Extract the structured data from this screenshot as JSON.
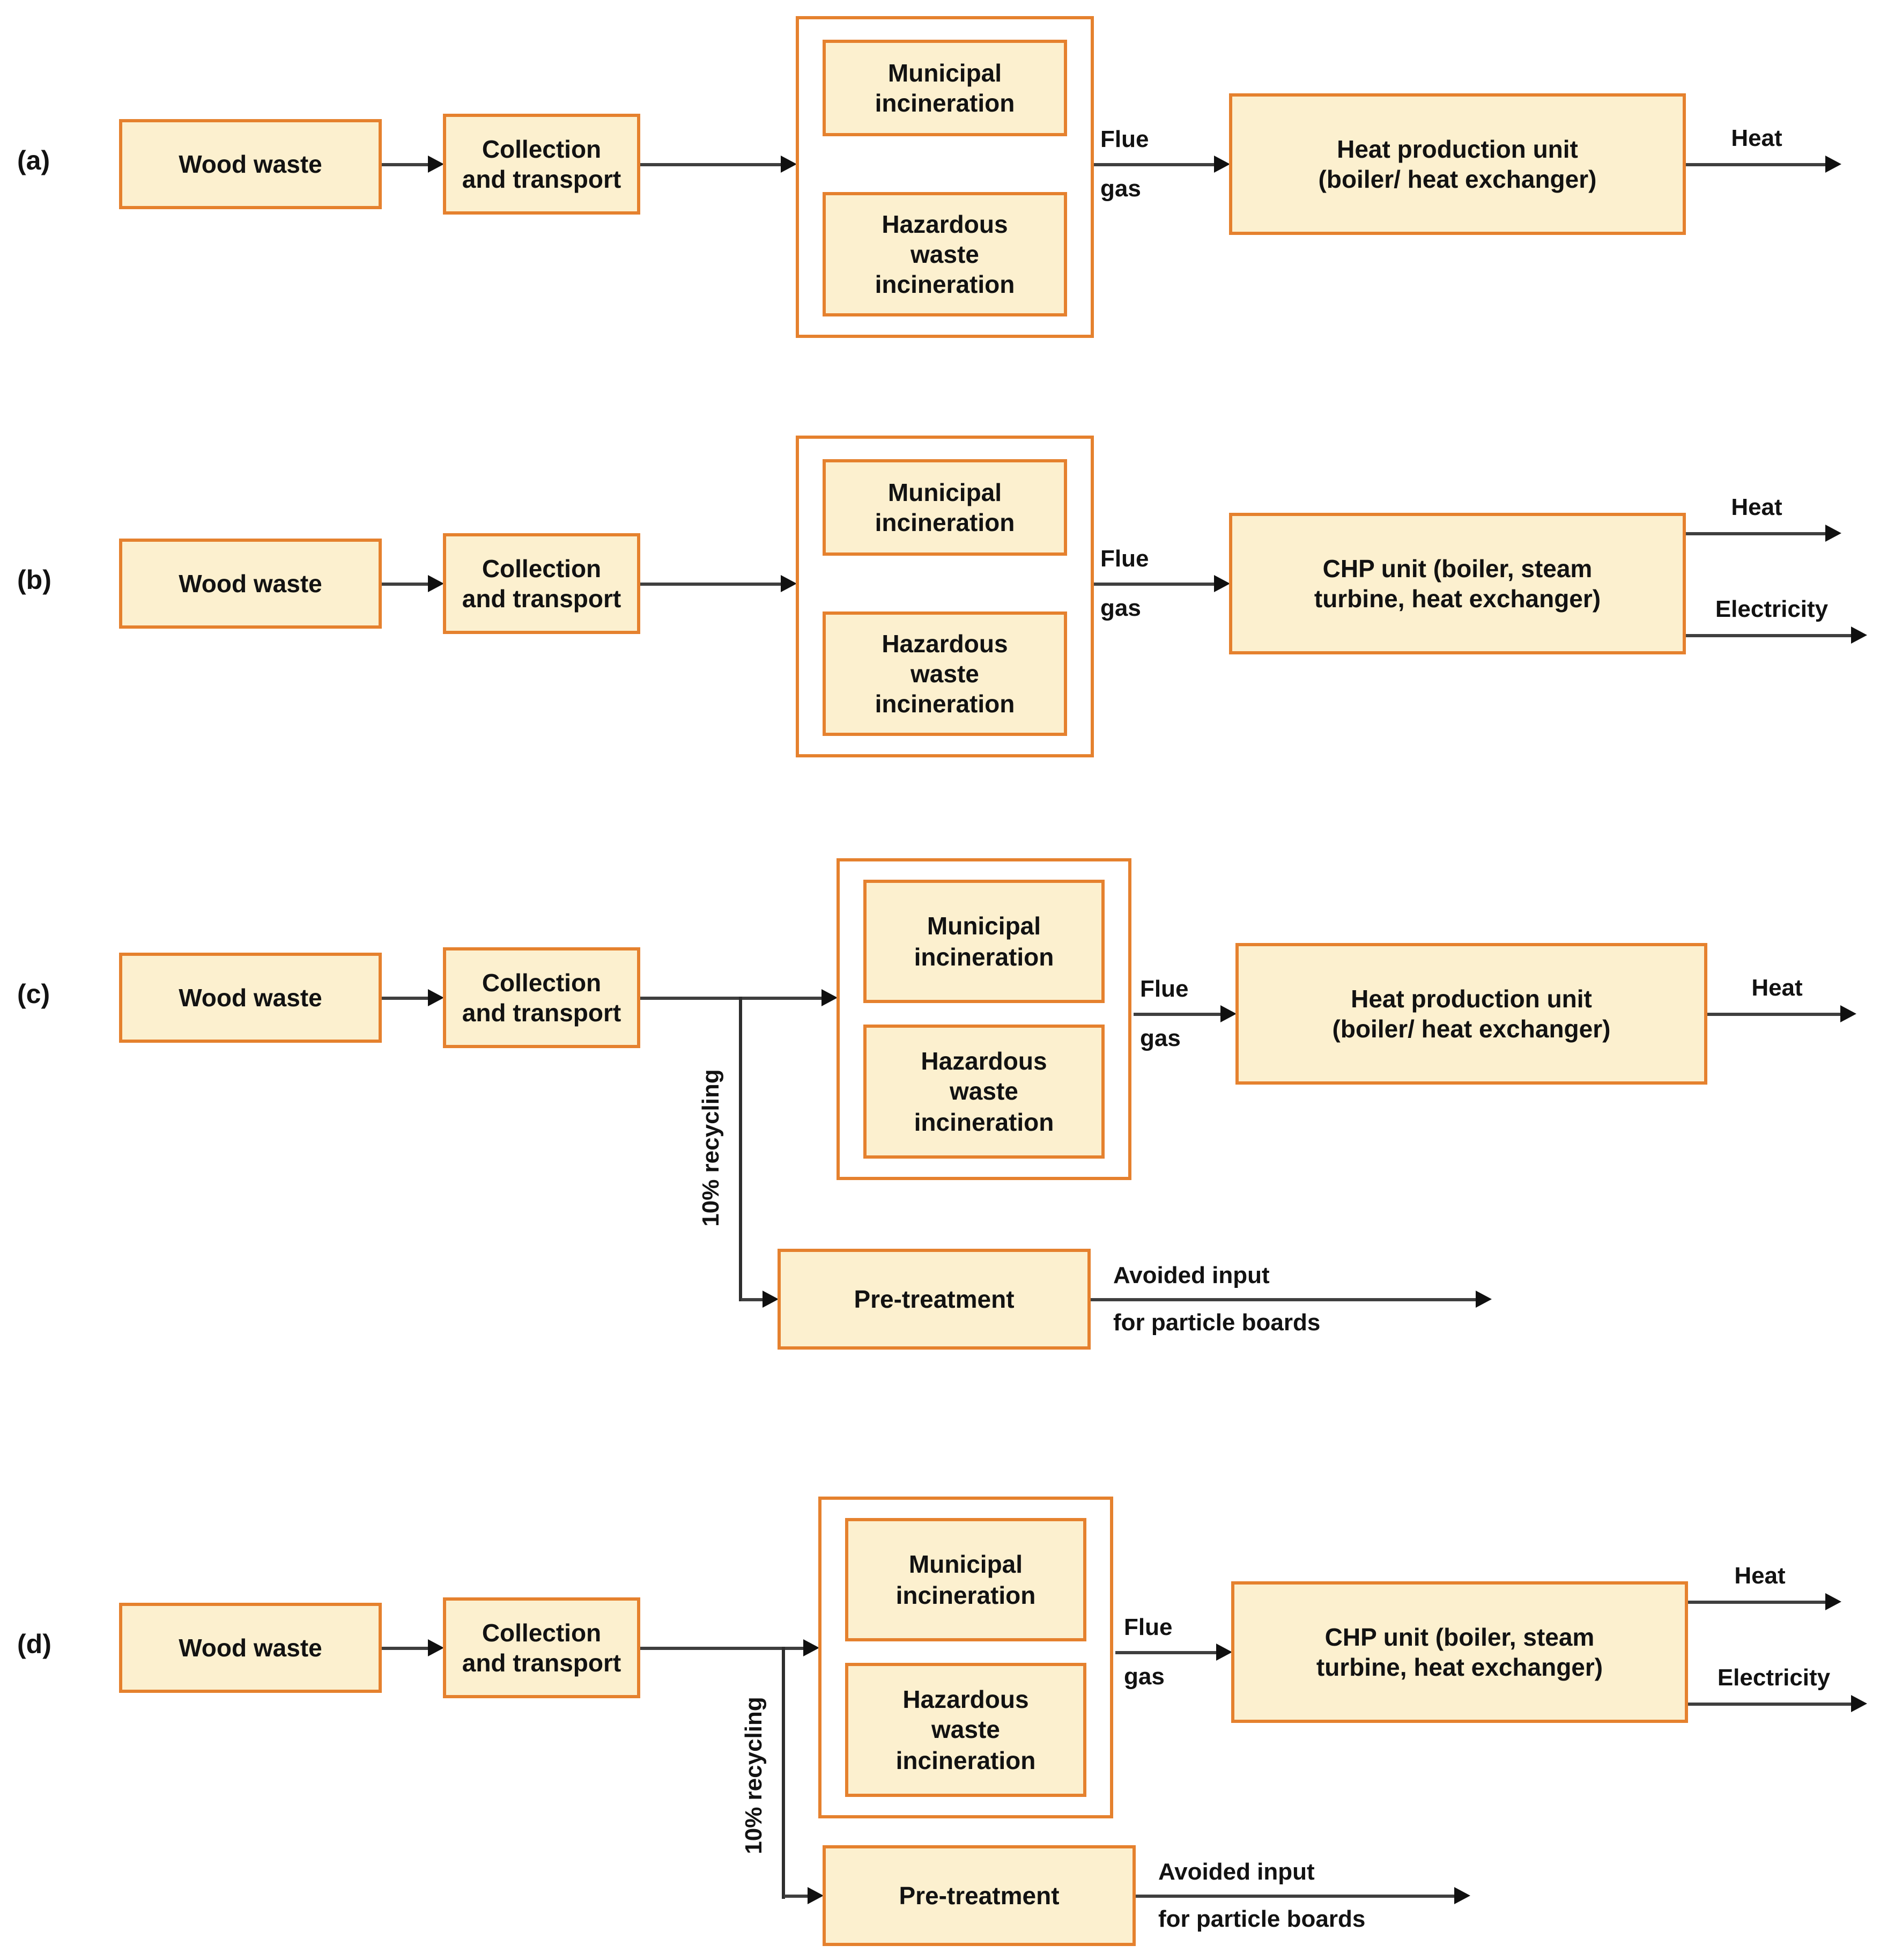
{
  "figure": {
    "panels": [
      {
        "label": "(a)"
      },
      {
        "label": "(b)"
      },
      {
        "label": "(c)"
      },
      {
        "label": "(d)"
      }
    ],
    "nodes": {
      "wood_waste": "Wood waste",
      "collection": "Collection\nand transport",
      "municipal": "Municipal\nincineration",
      "hazardous": "Hazardous\nwaste\nincineration",
      "heat_unit": "Heat production unit\n(boiler/ heat exchanger)",
      "chp_unit": "CHP unit (boiler, steam\nturbine, heat exchanger)",
      "pretreatment": "Pre-treatment"
    },
    "flows": {
      "flue": "Flue",
      "gas": "gas",
      "heat": "Heat",
      "electricity": "Electricity",
      "recycling": "10% recycling",
      "avoided_1": "Avoided input",
      "avoided_2": "for particle boards"
    },
    "colors": {
      "box_fill": "#FCF0CF",
      "box_border": "#E5812E",
      "arrow_line": "#3f3f3f",
      "arrow_head": "#101010",
      "text": "#121212"
    }
  }
}
